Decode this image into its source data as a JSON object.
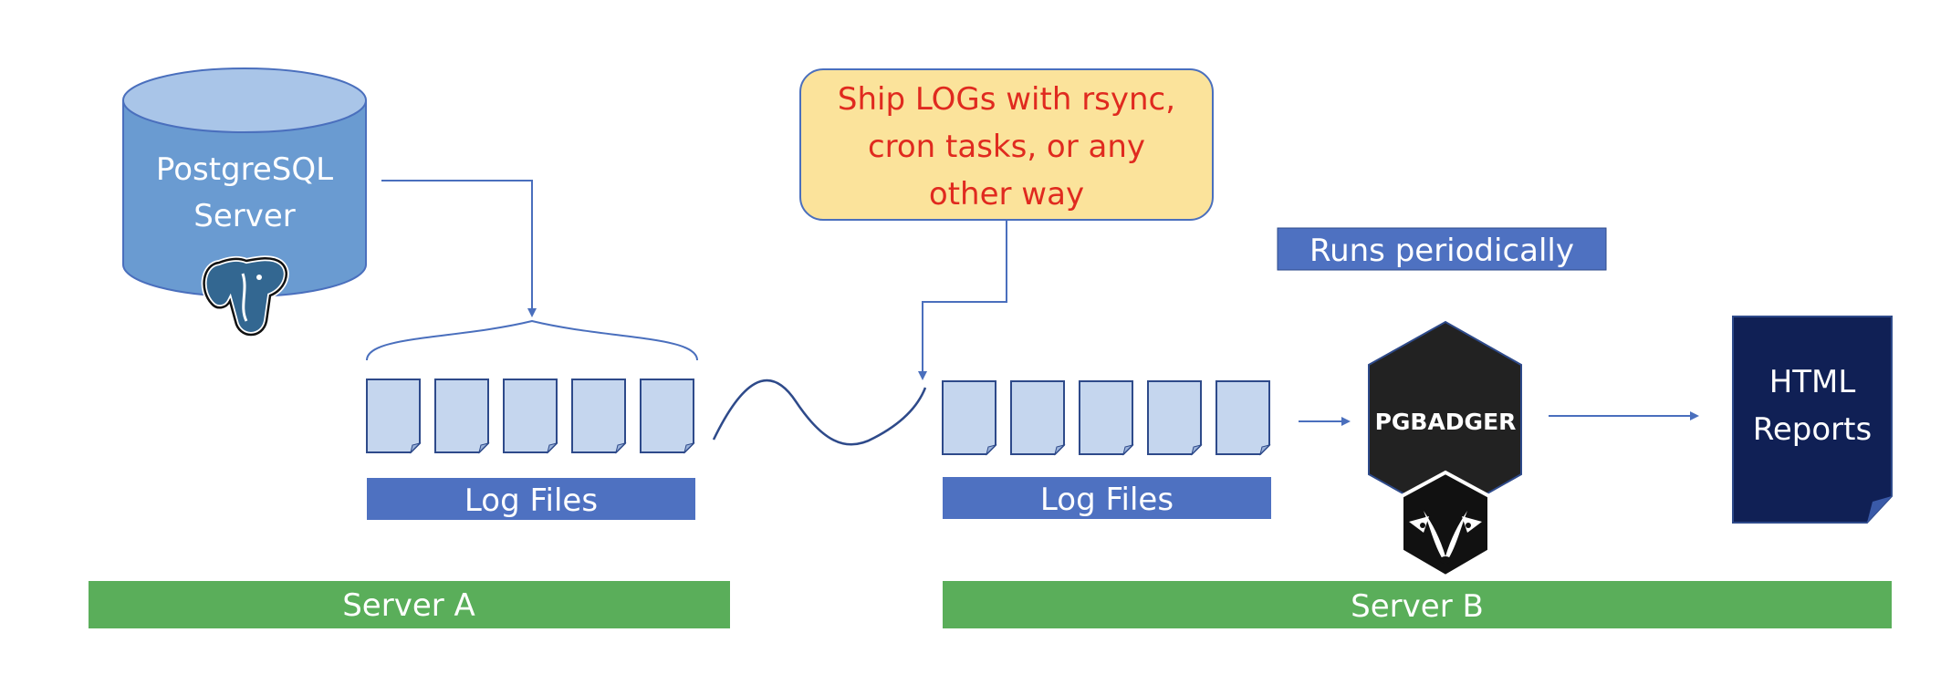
{
  "database": {
    "name_line1": "PostgreSQL",
    "name_line2": "Server",
    "icon": "postgresql-elephant-icon"
  },
  "server_a": {
    "log_files_label": "Log Files",
    "file_count": 5,
    "bar_label": "Server A"
  },
  "shipping": {
    "note_line1": "Ship LOGs with rsync,",
    "note_line2": "cron tasks, or any",
    "note_line3": "other way"
  },
  "server_b": {
    "log_files_label": "Log Files",
    "file_count": 5,
    "bar_label": "Server B"
  },
  "schedule": {
    "label": "Runs periodically"
  },
  "pgbadger": {
    "label": "PGBADGER",
    "icon": "badger-icon"
  },
  "reports": {
    "line1": "HTML",
    "line2": "Reports"
  },
  "colors": {
    "cylinder": "#6a9bd1",
    "cylinder_top": "#a9c5e8",
    "file_fill": "#c5d6ee",
    "label_bar": "#4e71c1",
    "server_bar": "#5aae5a",
    "note_fill": "#fbe39b",
    "note_text": "#e02a1f",
    "connector": "#4a6fbd",
    "pgbadger": "#222222",
    "reports": "#102055"
  }
}
